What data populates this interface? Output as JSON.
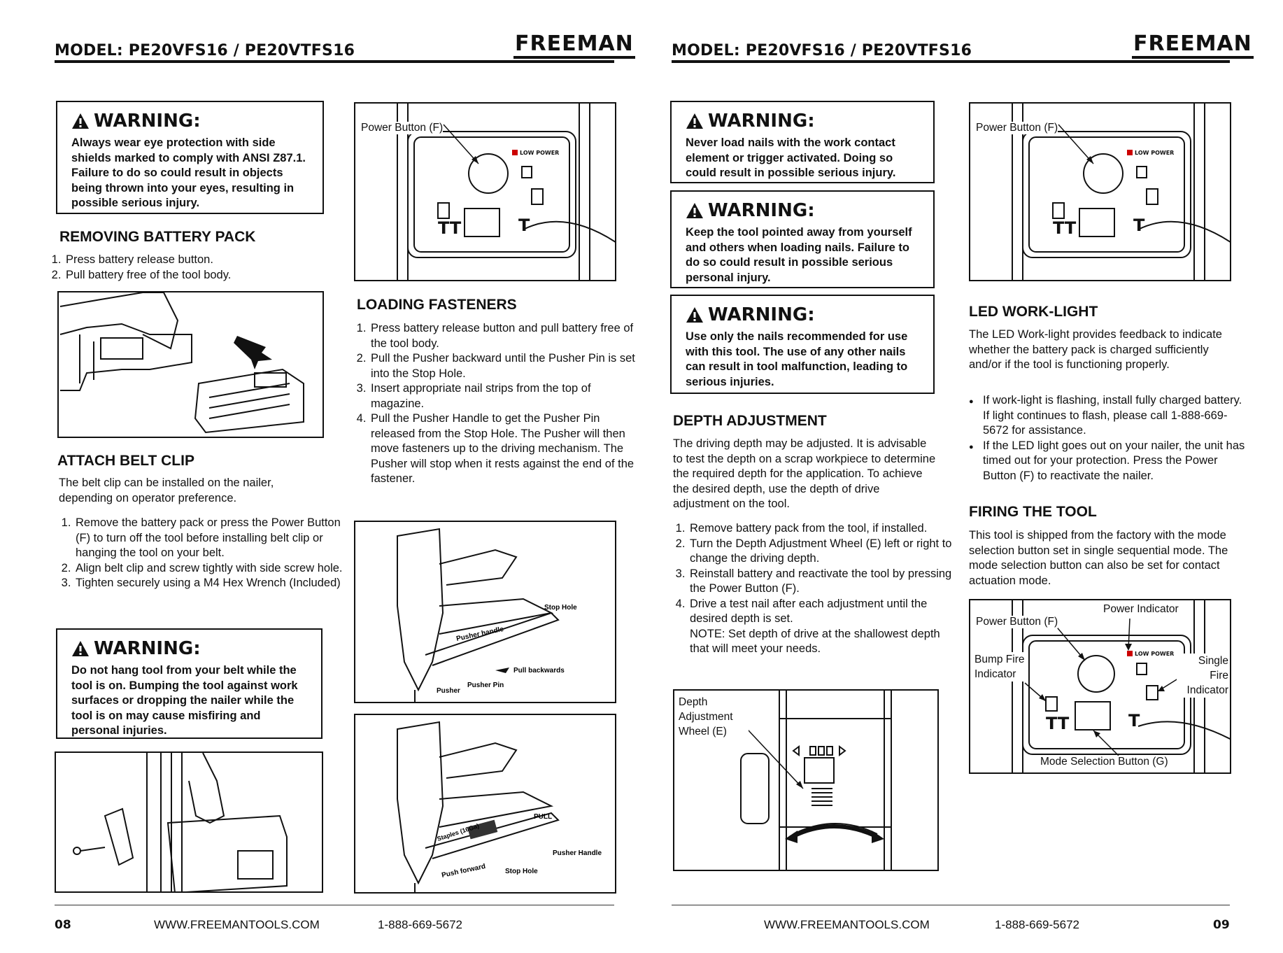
{
  "header": {
    "model_left": "MODEL: PE20VFS16 / PE20VTFS16",
    "model_right": "MODEL: PE20VFS16 / PE20VTFS16",
    "brand": "FREEMAN"
  },
  "left": {
    "warning1": {
      "title": "WARNING:",
      "text": "Always wear eye protection with side shields marked to comply with ANSI Z87.1. Failure to do so could result in objects being thrown into your eyes, resulting in possible serious injury."
    },
    "removing": {
      "heading": "REMOVING BATTERY PACK",
      "steps": [
        "Press battery release button.",
        "Pull battery free of the tool body."
      ]
    },
    "attach": {
      "heading": "ATTACH BELT CLIP",
      "intro": "The belt clip can be installed on the nailer, depending on operator preference.",
      "steps": [
        "Remove the battery pack or press the Power Button (F) to turn off the tool before installing belt clip or hanging the tool on your belt.",
        "Align belt clip and screw tightly with side screw hole.",
        "Tighten securely using a M4 Hex Wrench (Included)"
      ]
    },
    "warning2": {
      "title": "WARNING:",
      "text": "Do not hang tool from your belt while the tool is on. Bumping the tool against work surfaces or dropping the nailer while the tool is on may cause misfiring and personal injuries."
    },
    "fig_power": {
      "label": "Power Button (F)",
      "low_power": "LOW POWER"
    },
    "loading": {
      "heading": "LOADING FASTENERS",
      "steps": [
        "Press battery release button and pull battery free of the tool body.",
        "Pull the Pusher backward until the Pusher Pin is set into the Stop Hole.",
        "Insert appropriate nail strips from the top of magazine.",
        "Pull the Pusher Handle to get the Pusher Pin released from the Stop Hole. The Pusher will then move fasteners up to the driving mechanism. The Pusher will stop when it rests against the end of the fastener."
      ]
    },
    "fig_load1": {
      "stop_hole": "Stop Hole",
      "pusher_handle": "Pusher handle",
      "pull_backwards": "Pull backwards",
      "pusher_pin": "Pusher Pin",
      "pusher": "Pusher"
    },
    "fig_load2": {
      "pull": "PULL",
      "staples": "Staples (16Ga)",
      "pusher_handle": "Pusher Handle",
      "push_forward": "Push forward",
      "stop_hole": "Stop Hole"
    },
    "footer": {
      "page": "08",
      "url": "WWW.FREEMANTOOLS.COM",
      "phone": "1-888-669-5672"
    }
  },
  "right": {
    "warning1": {
      "title": "WARNING:",
      "text": "Never load nails with the work contact element or trigger activated. Doing so could result in possible serious injury."
    },
    "warning2": {
      "title": "WARNING:",
      "text": "Keep the tool pointed away from yourself and others when loading nails. Failure to do so could result in possible serious personal injury."
    },
    "warning3": {
      "title": "WARNING:",
      "text": "Use only the nails recommended for use with this tool. The use of any other nails can result in tool malfunction, leading to serious injuries."
    },
    "depth": {
      "heading": "DEPTH ADJUSTMENT",
      "intro": "The driving depth may be adjusted. It is advisable to test the depth on a scrap workpiece to determine the required depth for the application. To achieve the desired depth, use the depth of drive adjustment on the tool.",
      "steps": [
        "Remove battery pack from the tool, if installed.",
        "Turn the Depth Adjustment Wheel (E) left or right to change the driving depth.",
        "Reinstall battery and reactivate the tool by pressing the Power Button (F).",
        "Drive a test nail after each adjustment until the desired depth is set."
      ],
      "note": "NOTE: Set depth of drive at the shallowest depth that will meet your needs."
    },
    "fig_depth": {
      "label": "Depth Adjustment Wheel (E)"
    },
    "fig_power": {
      "label": "Power Button (F)",
      "low_power": "LOW POWER"
    },
    "led": {
      "heading": "LED WORK-LIGHT",
      "intro": "The LED Work-light provides feedback to indicate whether the battery pack is charged sufficiently and/or if the tool is functioning properly.",
      "bullets": [
        "If work-light is flashing, install fully charged battery. If light continues to flash, please call 1-888-669-5672 for assistance.",
        "If the LED light goes out on your nailer, the unit has timed out for your protection. Press the Power Button (F) to reactivate the nailer."
      ]
    },
    "firing": {
      "heading": "FIRING THE TOOL",
      "intro": "This tool is shipped from the factory with the mode selection button set in single sequential mode. The mode selection button can also be set for contact actuation mode."
    },
    "fig_modes": {
      "power_button": "Power Button (F)",
      "power_indicator": "Power Indicator",
      "bump_fire": "Bump Fire Indicator",
      "single_fire": "Single Fire Indicator",
      "mode_selection": "Mode Selection Button (G)",
      "low_power": "LOW POWER"
    },
    "footer": {
      "page": "09",
      "url": "WWW.FREEMANTOOLS.COM",
      "phone": "1-888-669-5672"
    }
  }
}
